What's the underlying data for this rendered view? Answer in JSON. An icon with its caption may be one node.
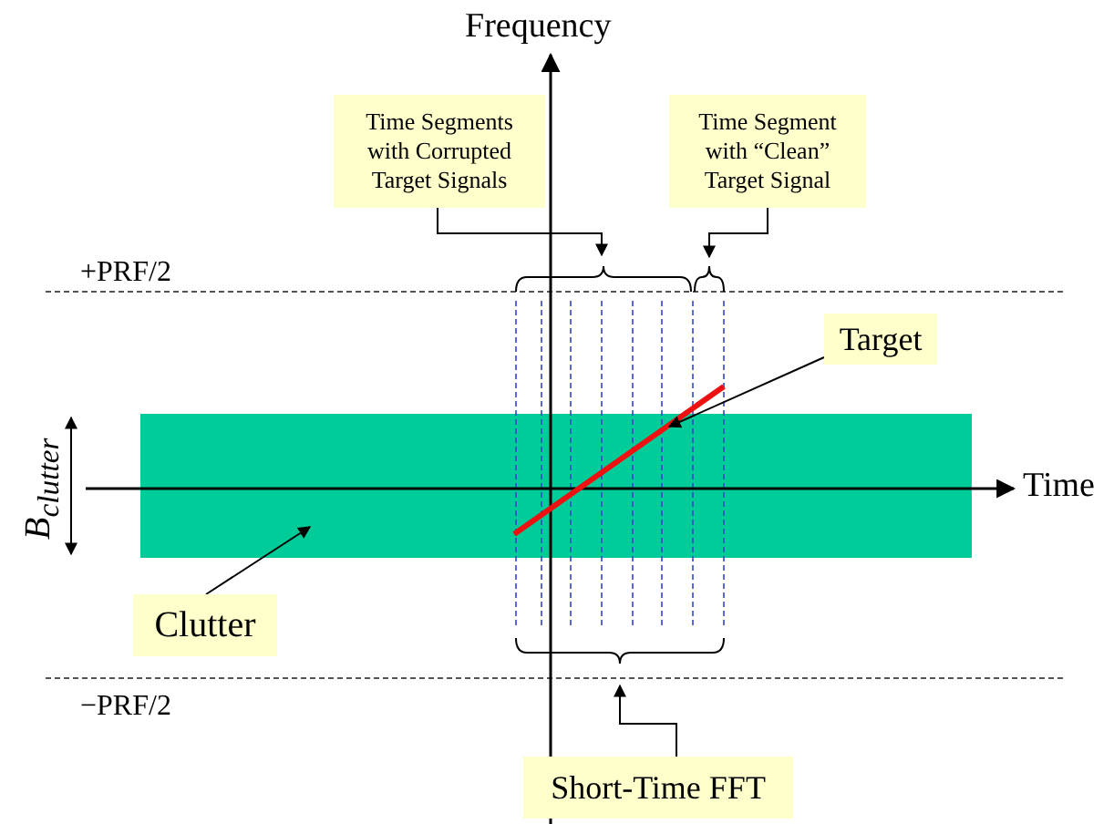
{
  "diagram": {
    "nodes": [
      {
        "text": [
          "Time Segments with Corrupted Target Signals"
        ]
      },
      {
        "text": [],
        "shape": "brace"
      },
      {
        "text": [
          "Time Segment with “Clean” Target Signal"
        ]
      },
      {
        "text": [],
        "shape": "brace"
      },
      {
        "text": [
          "Target"
        ]
      },
      {
        "text": [],
        "shape": "line"
      },
      {
        "text": [
          "Clutter"
        ]
      },
      {
        "text": [],
        "shape": "bar"
      },
      {
        "text": [
          "Short-Time FFT"
        ]
      },
      {
        "text": [],
        "shape": "brace"
      }
    ],
    "edges": [
      {
        "from": 0,
        "to": 1,
        "arrow": "to"
      },
      {
        "from": 2,
        "to": 3,
        "arrow": "to"
      },
      {
        "from": 4,
        "to": 5,
        "arrow": "to"
      },
      {
        "from": 6,
        "to": 7,
        "arrow": "to"
      },
      {
        "from": 8,
        "to": 9,
        "arrow": "to"
      }
    ],
    "labels": [
      "Frequency",
      "+PRF/2",
      "Time",
      "B$_{clutter}$",
      "−PRF/2"
    ]
  }
}
